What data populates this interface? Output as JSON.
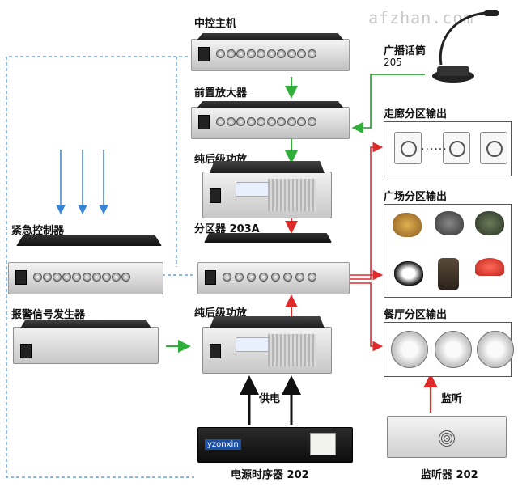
{
  "watermark": "afzhan.com",
  "labels": {
    "main_controller": "中控主机",
    "preamp": "前置放大器",
    "power_amp_top": "纯后级功放",
    "zone_splitter": "分区器 203A",
    "emergency_controller": "紧急控制器",
    "alarm_generator": "报警信号发生器",
    "power_amp_bottom": "纯后级功放",
    "power_supply_label": "供电",
    "power_sequencer": "电源时序器 202",
    "microphone_title": "广播话筒",
    "microphone_code": "205",
    "corridor_zone": "走廊分区输出",
    "square_zone": "广场分区输出",
    "restaurant_zone": "餐厅分区输出",
    "monitor_label": "监听",
    "monitor_device": "监听器 202"
  },
  "dots": "······",
  "sequencer_brand": "yzonxin",
  "colors": {
    "green_arrow": "#2fae3a",
    "red_arrow": "#e02a2a",
    "blue_arrow": "#3a86d6",
    "dashed_line": "#4a8fd8",
    "black_arrow": "#111111"
  }
}
